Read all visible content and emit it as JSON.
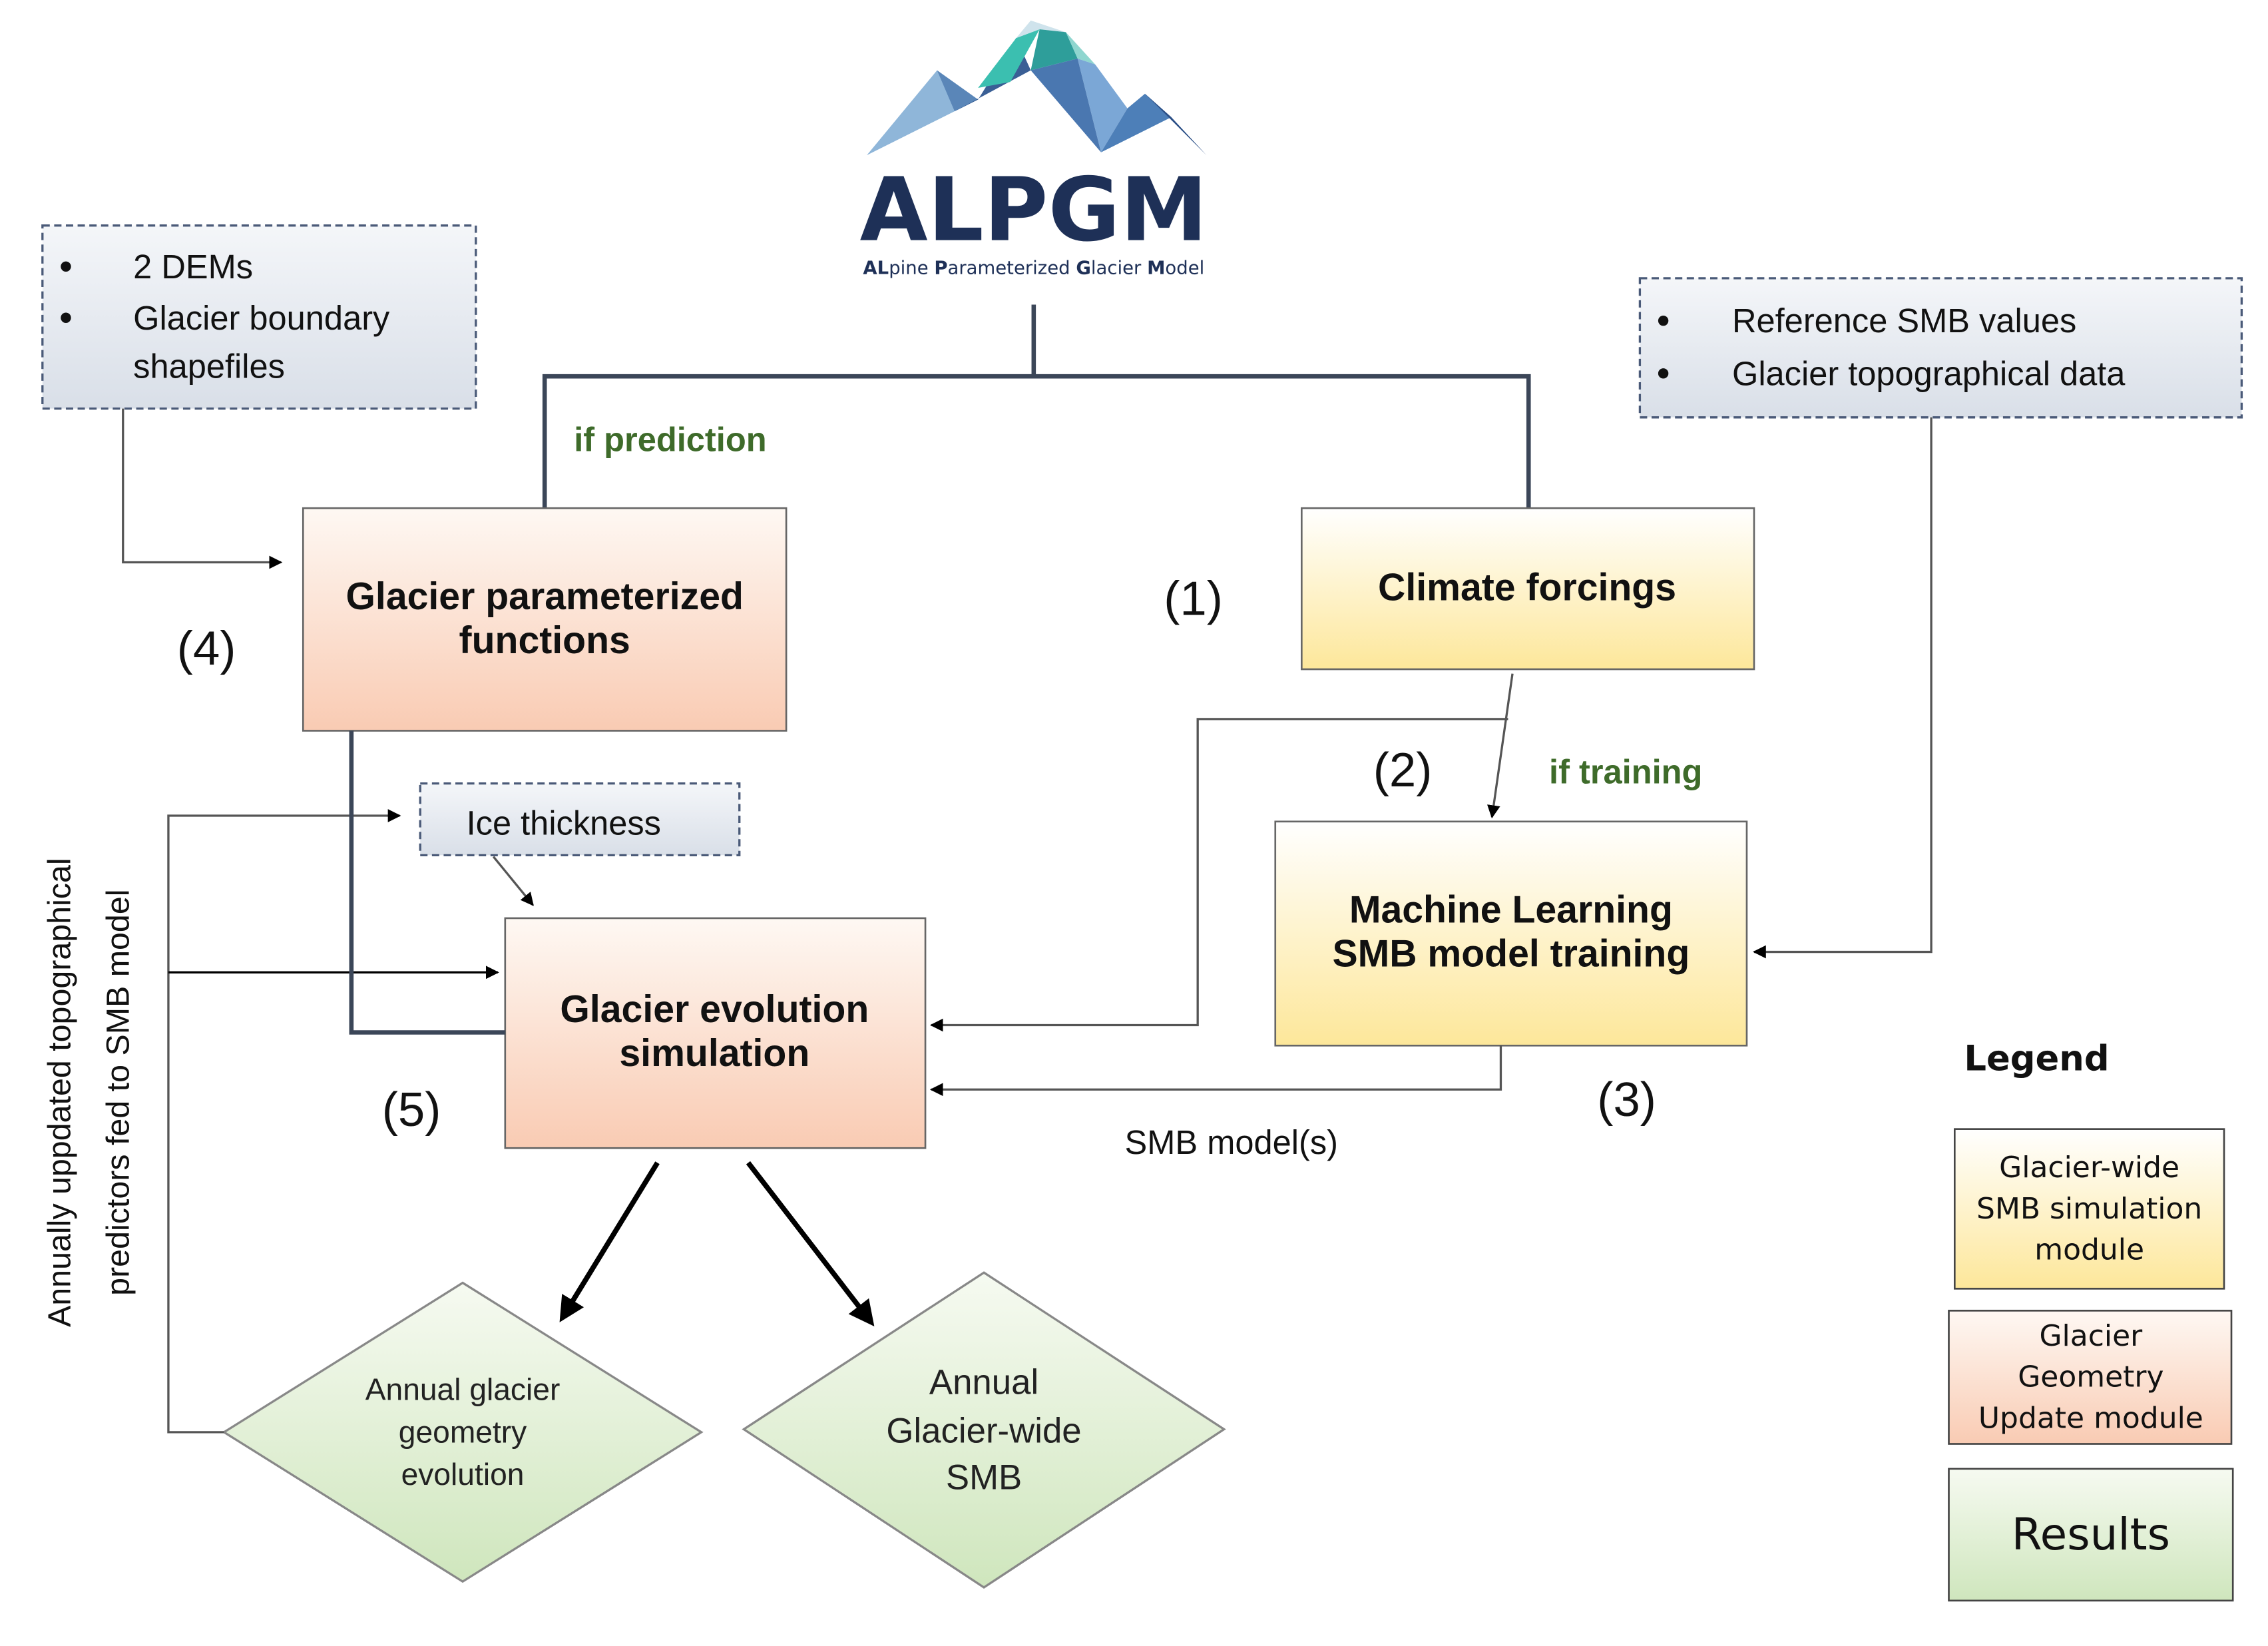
{
  "logo": {
    "title": "ALPGM",
    "subtitle_parts": [
      {
        "text": "AL",
        "bold": true
      },
      {
        "text": "pine ",
        "bold": false
      },
      {
        "text": "P",
        "bold": true
      },
      {
        "text": "arameterized ",
        "bold": false
      },
      {
        "text": "G",
        "bold": true
      },
      {
        "text": "lacier ",
        "bold": false
      },
      {
        "text": "M",
        "bold": true
      },
      {
        "text": "odel",
        "bold": false
      }
    ]
  },
  "inputs": {
    "dem": [
      "2 DEMs",
      "Glacier boundary",
      "shapefiles"
    ],
    "smb": [
      "Reference SMB values",
      "Glacier topographical data"
    ],
    "ice_thickness": "Ice thickness"
  },
  "modules": {
    "param_functions": [
      "Glacier parameterized",
      "functions"
    ],
    "climate_forcings": "Climate forcings",
    "ml_training": [
      "Machine Learning",
      "SMB model training"
    ],
    "evolution": [
      "Glacier evolution",
      "simulation"
    ]
  },
  "results": {
    "geometry": [
      "Annual glacier",
      "geometry",
      "evolution"
    ],
    "smb": [
      "Annual",
      "Glacier-wide",
      "SMB"
    ]
  },
  "labels": {
    "if_prediction": "if prediction",
    "if_training": "if training",
    "step1": "(1)",
    "step2": "(2)",
    "step3": "(3)",
    "step4": "(4)",
    "step5": "(5)",
    "smb_models": "SMB model(s)",
    "side_line1": "Annually uppdated topographical",
    "side_line2": "predictors fed to SMB model"
  },
  "legend": {
    "title": "Legend",
    "smb_module": [
      "Glacier-wide",
      "SMB simulation",
      "module"
    ],
    "geometry_module": [
      "Glacier",
      "Geometry",
      "Update module"
    ],
    "results": "Results"
  },
  "colors": {
    "navy": "#1e3057",
    "teal": "#3bbfb0",
    "label_green": "#3e6b2a",
    "peach_top": "#fef8f3",
    "peach_bottom": "#f9cbb3",
    "yellow_top": "#ffffff",
    "yellow_bottom": "#fde79a",
    "green_top": "#f6faf1",
    "green_bottom": "#cfe6bd",
    "input_bg": "#e2e7ef"
  },
  "icons": {
    "logo_mark": "mountain-peaks-icon",
    "bullet": "bullet-icon"
  }
}
